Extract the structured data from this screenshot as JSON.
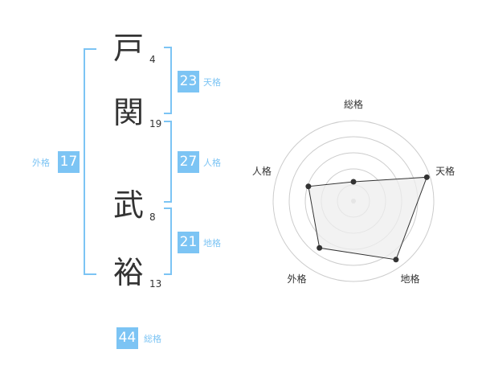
{
  "name": {
    "chars": [
      {
        "char": "戸",
        "strokes": "4"
      },
      {
        "char": "関",
        "strokes": "19"
      },
      {
        "char": "武",
        "strokes": "8"
      },
      {
        "char": "裕",
        "strokes": "13"
      }
    ]
  },
  "scores": {
    "tenkaku": {
      "value": "23",
      "label": "天格"
    },
    "jinkaku": {
      "value": "27",
      "label": "人格"
    },
    "chikaku": {
      "value": "21",
      "label": "地格"
    },
    "gaikaku": {
      "value": "17",
      "label": "外格"
    },
    "soukaku": {
      "value": "44",
      "label": "総格"
    }
  },
  "colors": {
    "accent": "#7cc4f4",
    "text": "#333333",
    "radar_fill": "#eeeeee",
    "radar_ring": "#cccccc"
  },
  "chart_data": {
    "type": "radar",
    "axes": [
      "総格",
      "天格",
      "地格",
      "外格",
      "人格"
    ],
    "values": [
      0.24,
      0.96,
      0.9,
      0.72,
      0.59
    ],
    "range": [
      0,
      1
    ],
    "rings": 5,
    "grid": true
  }
}
